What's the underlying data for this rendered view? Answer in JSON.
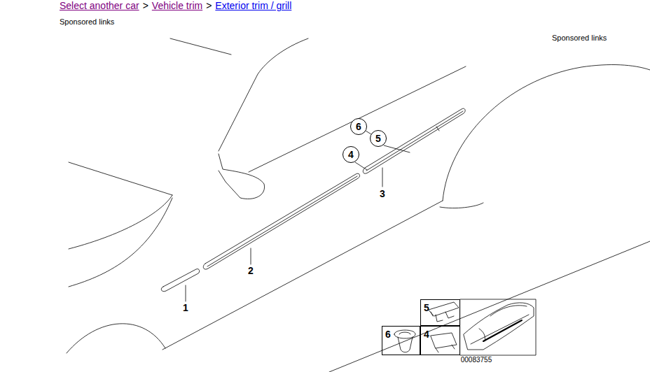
{
  "diagram": {
    "nodes": [
      {
        "text": [
          "6"
        ]
      },
      {
        "text": [
          "5"
        ]
      },
      {
        "text": [
          "4"
        ]
      },
      {
        "text": [
          "5"
        ]
      },
      {
        "text": [
          "4"
        ]
      },
      {
        "text": [
          "6"
        ]
      }
    ],
    "edges": [
      {
        "from": 0,
        "to": 1,
        "arrow": "none"
      }
    ],
    "labels": [
      "Select another car",
      ">",
      "Vehicle trim",
      ">",
      "Exterior trim / grill",
      "Sponsored links",
      "Sponsored links",
      "1",
      "2",
      "3",
      "00083755"
    ]
  }
}
